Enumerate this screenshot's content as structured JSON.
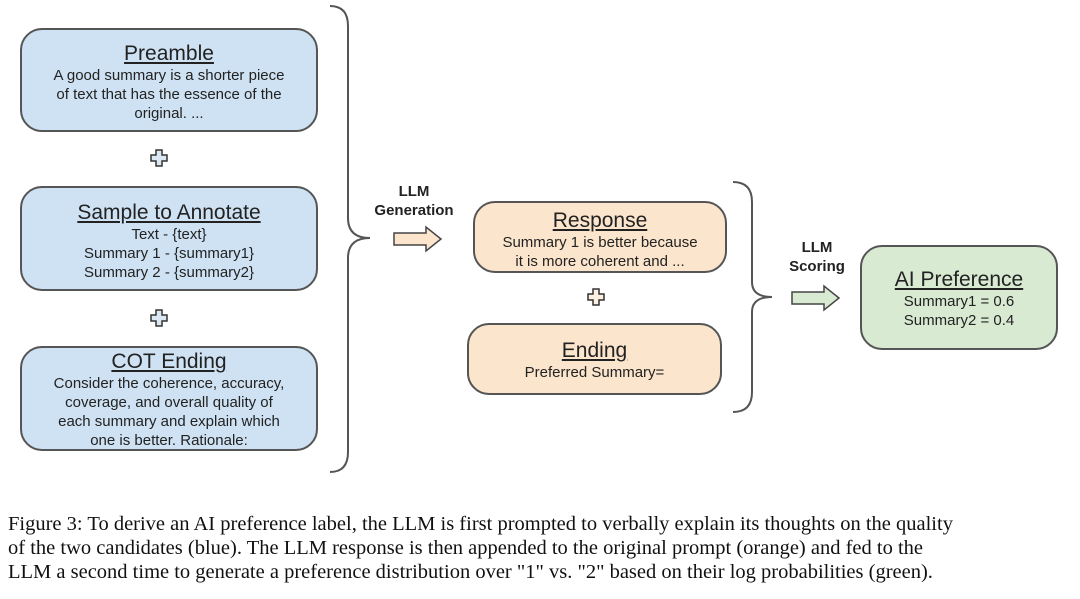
{
  "diagram": {
    "prompt_boxes": [
      {
        "title": "Preamble",
        "body": "A good summary is a shorter piece\nof text that has the essence of the\noriginal. ...",
        "color": "#cfe2f3"
      },
      {
        "title": "Sample to Annotate",
        "body": "Text - {text}\nSummary 1 - {summary1}\nSummary 2 - {summary2}",
        "color": "#cfe2f3"
      },
      {
        "title": "COT Ending",
        "body": "Consider the coherence, accuracy,\ncoverage, and overall quality of\neach summary and explain which\none is better. Rationale:",
        "color": "#cfe2f3"
      }
    ],
    "generation_label": "LLM\nGeneration",
    "second_boxes": [
      {
        "title": "Response",
        "body": "Summary 1 is better because\nit is more coherent and ...",
        "color": "#fce5cd"
      },
      {
        "title": "Ending",
        "body": "Preferred Summary=",
        "color": "#fce5cd"
      }
    ],
    "scoring_label": "LLM\nScoring",
    "result_box": {
      "title": "AI Preference",
      "body": "Summary1 = 0.6\nSummary2 = 0.4",
      "color": "#d9ead3"
    }
  },
  "caption": {
    "lines": [
      "Figure 3: To derive an AI preference label, the LLM is first prompted to verbally explain its thoughts on the quality",
      "of the two candidates (blue). The LLM response is then appended to the original prompt (orange) and fed to the",
      "LLM a second time to generate a preference distribution over \"1\" vs. \"2\" based on their log probabilities (green)."
    ]
  }
}
